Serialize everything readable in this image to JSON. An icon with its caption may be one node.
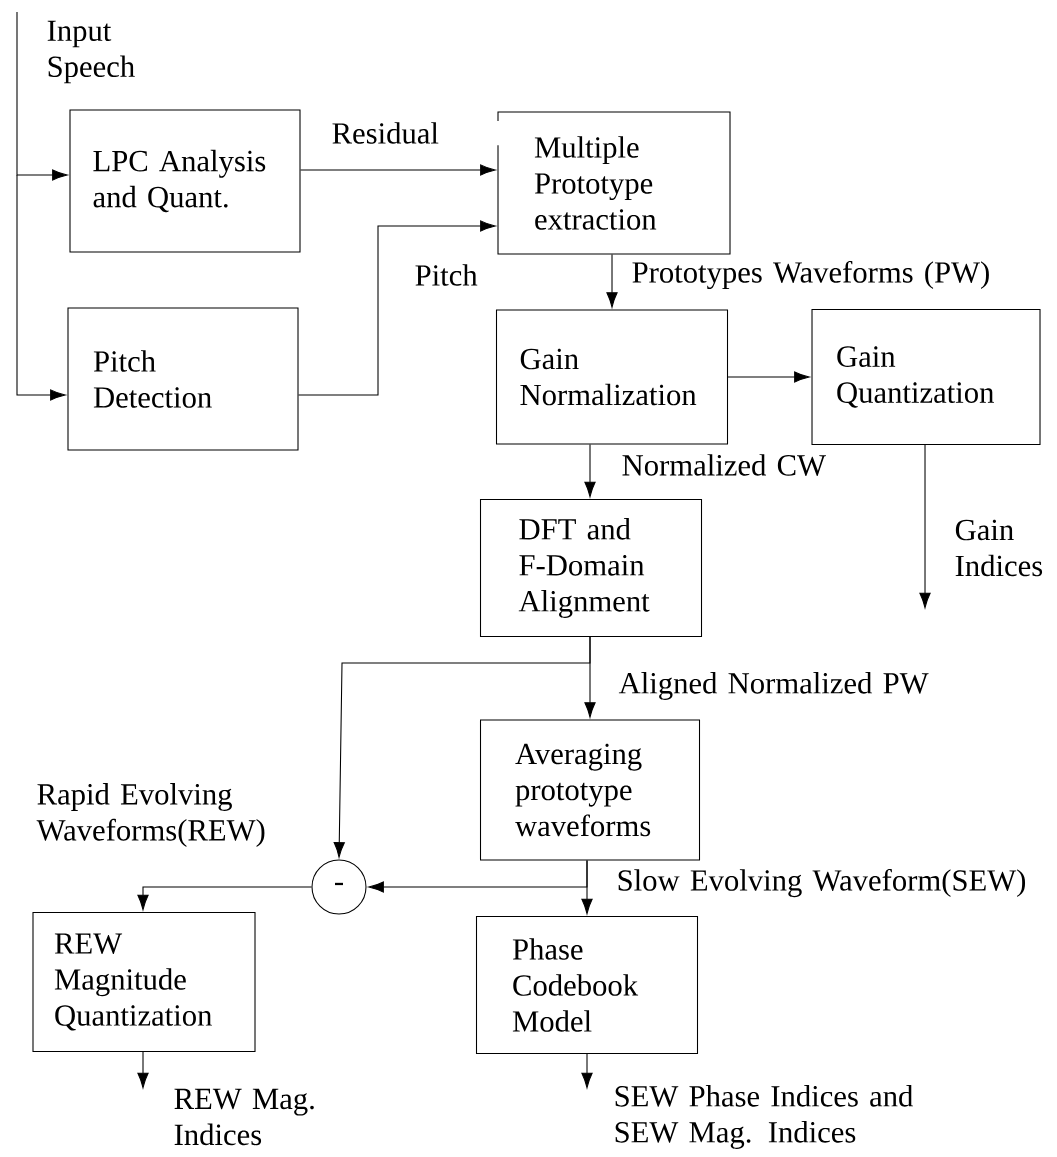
{
  "diagram": {
    "nodes": [
      {
        "text": [
          "LPC Analysis and Quant."
        ]
      },
      {
        "text": [
          "Pitch Detection"
        ]
      },
      {
        "text": [
          "Multiple Prototype extraction"
        ]
      },
      {
        "text": [
          "Gain Normalization"
        ]
      },
      {
        "text": [
          "Gain Quantization"
        ]
      },
      {
        "text": [
          "DFT and F-Domain Alignment"
        ]
      },
      {
        "text": [
          "Averaging prototype waveforms"
        ]
      },
      {
        "text": [
          "-"
        ]
      },
      {
        "text": [
          "REW Magnitude Quantization"
        ]
      },
      {
        "text": [
          "Phase Codebook Model"
        ]
      }
    ],
    "edges": [
      {
        "from": null,
        "to": 0,
        "arrow": "to"
      },
      {
        "from": null,
        "to": 1,
        "arrow": "to"
      },
      {
        "from": 0,
        "to": 2,
        "arrow": "to",
        "label": "Residual"
      },
      {
        "from": 1,
        "to": 2,
        "arrow": "to",
        "label": "Pitch"
      },
      {
        "from": 2,
        "to": 3,
        "arrow": "to",
        "label": "Prototypes Waveforms (PW)"
      },
      {
        "from": 3,
        "to": 4,
        "arrow": "to"
      },
      {
        "from": 3,
        "to": 5,
        "arrow": "to",
        "label": "Normalized CW"
      },
      {
        "from": 4,
        "to": null,
        "arrow": "to",
        "label": "Gain Indices"
      },
      {
        "from": 5,
        "to": 6,
        "arrow": "to",
        "label": "Aligned Normalized PW"
      },
      {
        "from": 5,
        "to": 7,
        "arrow": "to"
      },
      {
        "from": 6,
        "to": 9,
        "arrow": "to",
        "label": "Slow Evolving Waveform(SEW)"
      },
      {
        "from": 6,
        "to": 7,
        "arrow": "to"
      },
      {
        "from": 7,
        "to": 8,
        "arrow": "to",
        "label": "Rapid Evolving Waveforms(REW)"
      },
      {
        "from": 8,
        "to": null,
        "arrow": "to",
        "label": "REW Mag. Indices"
      },
      {
        "from": 9,
        "to": null,
        "arrow": "to",
        "label": "SEW Phase Indices and SEW Mag. Indices"
      }
    ],
    "labels": [
      "Input Speech"
    ]
  }
}
